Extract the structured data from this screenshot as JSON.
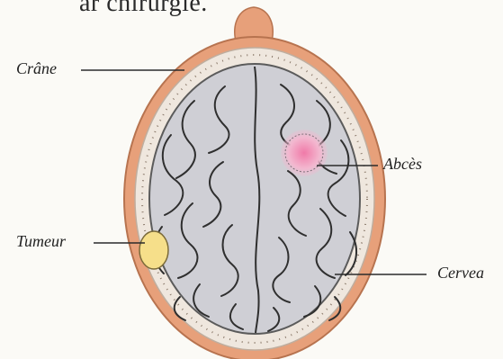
{
  "text_fragment": "ar chirurgie.",
  "labels": {
    "crane": "Crâne",
    "abces": "Abcès",
    "tumeur": "Tumeur",
    "cerveau": "Cervea"
  },
  "colors": {
    "skull_outer": "#e7a07a",
    "skull_inner_line": "#d6cfc6",
    "brain": "#cfcfd5",
    "abscess": "#f3b7cf",
    "tumor": "#f6df8a",
    "line": "#2b2b2b"
  }
}
